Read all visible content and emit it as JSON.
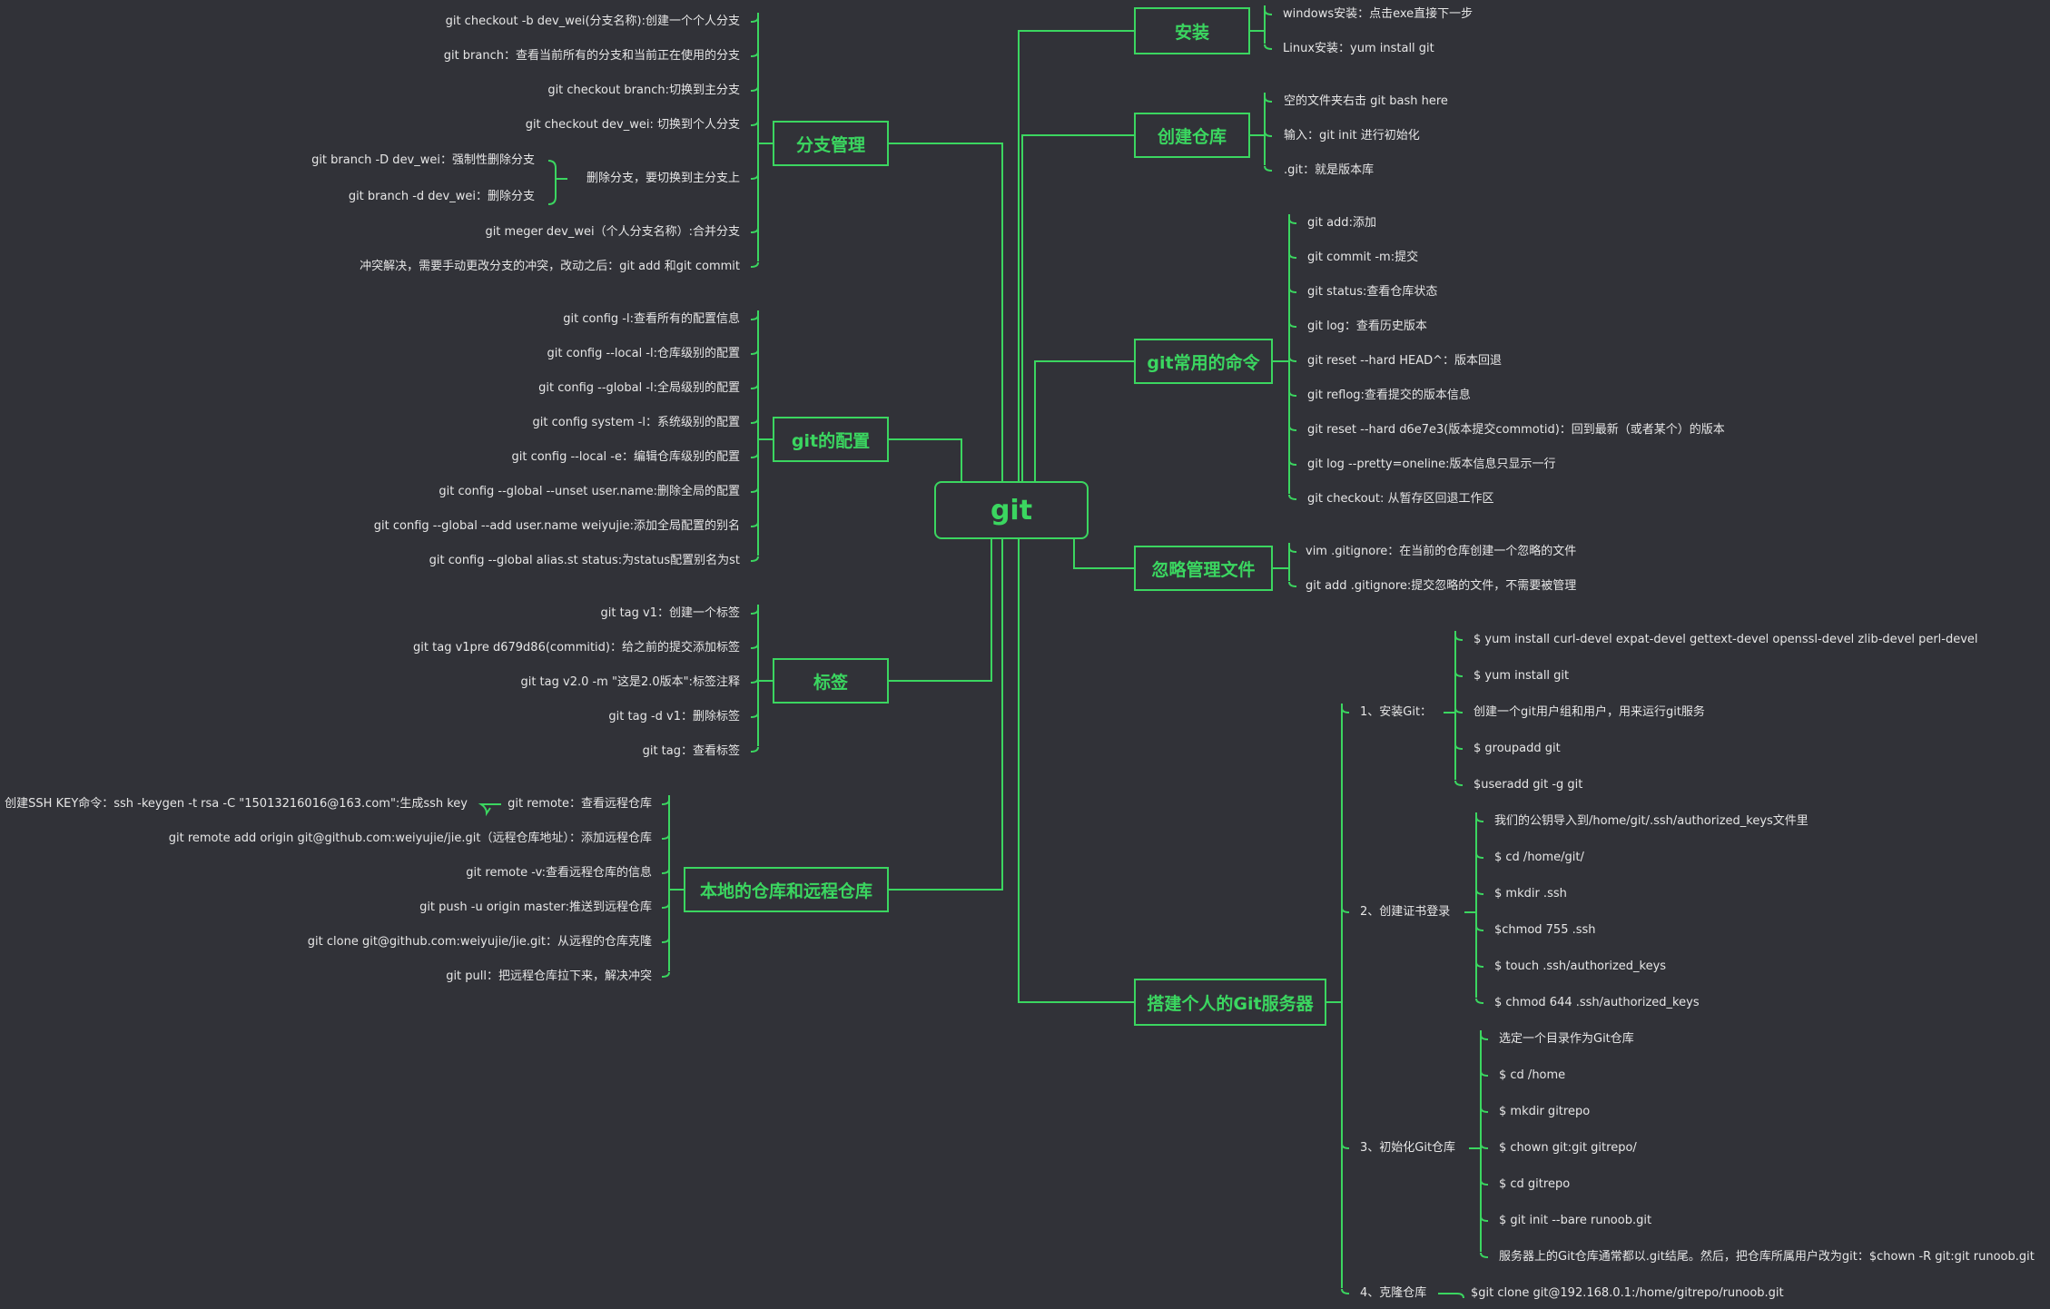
{
  "colors": {
    "background": "#313238",
    "accent": "#3bd660",
    "text": "#e6e6e6"
  },
  "root": "git",
  "branches": {
    "branch_mgmt": {
      "label": "分支管理",
      "items": [
        "git checkout -b dev_wei(分支名称):创建一个个人分支",
        "git branch：查看当前所有的分支和当前正在使用的分支",
        "git checkout branch:切换到主分支",
        "git checkout dev_wei: 切换到个人分支",
        "删除分支，要切换到主分支上",
        "git meger dev_wei（个人分支名称）:合并分支",
        "冲突解决，需要手动更改分支的冲突，改动之后：git add 和git commit"
      ],
      "delete_items": [
        "git branch -D dev_wei：强制性删除分支",
        "git branch -d dev_wei：删除分支"
      ]
    },
    "config": {
      "label": "git的配置",
      "items": [
        "git config -l:查看所有的配置信息",
        "git config --local -l:仓库级别的配置",
        "git config --global -l:全局级别的配置",
        "git config system -l：系统级别的配置",
        "git config --local -e：编辑仓库级别的配置",
        "git config --global --unset user.name:删除全局的配置",
        "git config --global --add user.name weiyujie:添加全局配置的别名",
        "git config --global alias.st status:为status配置别名为st"
      ]
    },
    "tags": {
      "label": "标签",
      "items": [
        "git tag v1：创建一个标签",
        "git tag v1pre d679d86(commitid)：给之前的提交添加标签",
        "git tag v2.0 -m \"这是2.0版本\":标签注释",
        "git tag -d v1：删除标签",
        "git tag：查看标签"
      ]
    },
    "remote": {
      "label": "本地的仓库和远程仓库",
      "items": [
        "git remote：查看远程仓库",
        "git remote add origin git@github.com:weiyujie/jie.git（远程仓库地址）：添加远程仓库",
        "git remote -v:查看远程仓库的信息",
        "git push -u origin master:推送到远程仓库",
        "git clone git@github.com:weiyujie/jie.git：从远程的仓库克隆",
        "git pull：把远程仓库拉下来，解决冲突"
      ],
      "ssh_key": "创建SSH KEY命令：ssh -keygen -t rsa -C \"15013216016@163.com\":生成ssh key"
    },
    "install": {
      "label": "安装",
      "items": [
        "windows安装：点击exe直接下一步",
        "Linux安装：yum install git"
      ]
    },
    "create_repo": {
      "label": "创建仓库",
      "items": [
        "空的文件夹右击 git bash here",
        "输入：git init  进行初始化",
        ".git：就是版本库"
      ]
    },
    "common": {
      "label": "git常用的命令",
      "items": [
        "git add:添加",
        "git commit -m:提交",
        "git status:查看仓库状态",
        "git  log：查看历史版本",
        "git reset  --hard HEAD^：版本回退",
        "git reflog:查看提交的版本信息",
        "git reset --hard d6e7e3(版本提交commotid)：回到最新（或者某个）的版本",
        "git log --pretty=oneline:版本信息只显示一行",
        "git checkout: 从暂存区回退工作区"
      ]
    },
    "ignore": {
      "label": "忽略管理文件",
      "items": [
        "vim .gitignore：在当前的仓库创建一个忽略的文件",
        "git add .gitignore:提交忽略的文件，不需要被管理"
      ]
    },
    "server": {
      "label": "搭建个人的Git服务器",
      "groups": [
        {
          "label": "1、安装Git：",
          "items": [
            "$ yum install curl-devel expat-devel gettext-devel openssl-devel zlib-devel perl-devel",
            "$ yum install git",
            "创建一个git用户组和用户，用来运行git服务",
            "$ groupadd git",
            "$useradd git -g git"
          ]
        },
        {
          "label": "2、创建证书登录",
          "items": [
            "我们的公钥导入到/home/git/.ssh/authorized_keys文件里",
            "$ cd /home/git/",
            "$ mkdir .ssh",
            "$chmod 755 .ssh",
            "$ touch .ssh/authorized_keys",
            "$ chmod 644 .ssh/authorized_keys"
          ]
        },
        {
          "label": "3、初始化Git仓库",
          "items": [
            "选定一个目录作为Git仓库",
            "$ cd /home",
            "$ mkdir gitrepo",
            "$ chown git:git gitrepo/",
            "$ cd gitrepo",
            "$ git init --bare runoob.git",
            "服务器上的Git仓库通常都以.git结尾。然后，把仓库所属用户改为git：$chown -R git:git runoob.git"
          ]
        },
        {
          "label": "4、克隆仓库",
          "items": [
            "$git clone git@192.168.0.1:/home/gitrepo/runoob.git"
          ]
        }
      ]
    }
  }
}
